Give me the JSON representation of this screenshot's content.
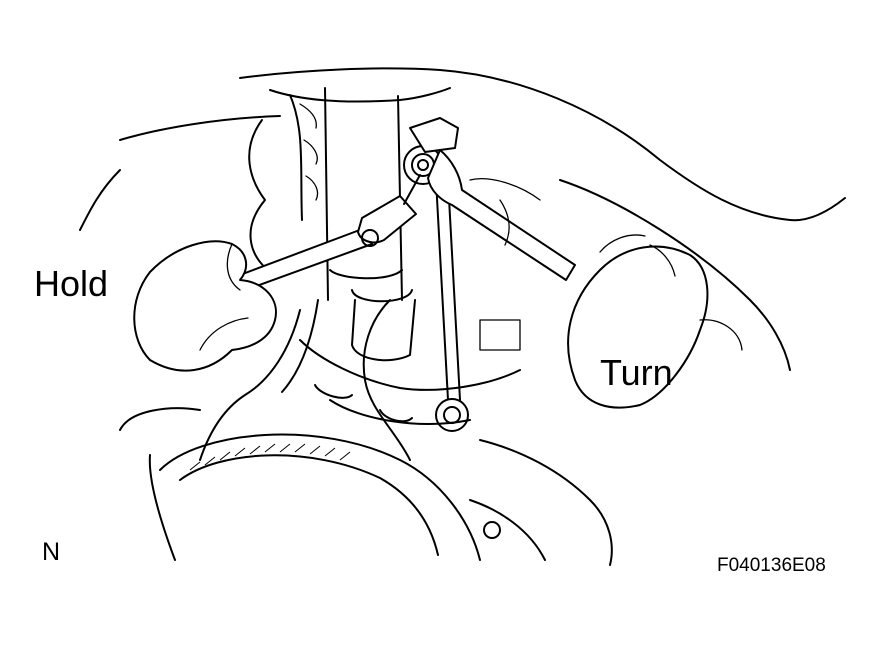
{
  "figure": {
    "labels": {
      "hold": "Hold",
      "turn": "Turn",
      "view_mark": "N",
      "figure_id": "F040136E08"
    },
    "line_color": "#000000",
    "background_color": "#ffffff"
  }
}
